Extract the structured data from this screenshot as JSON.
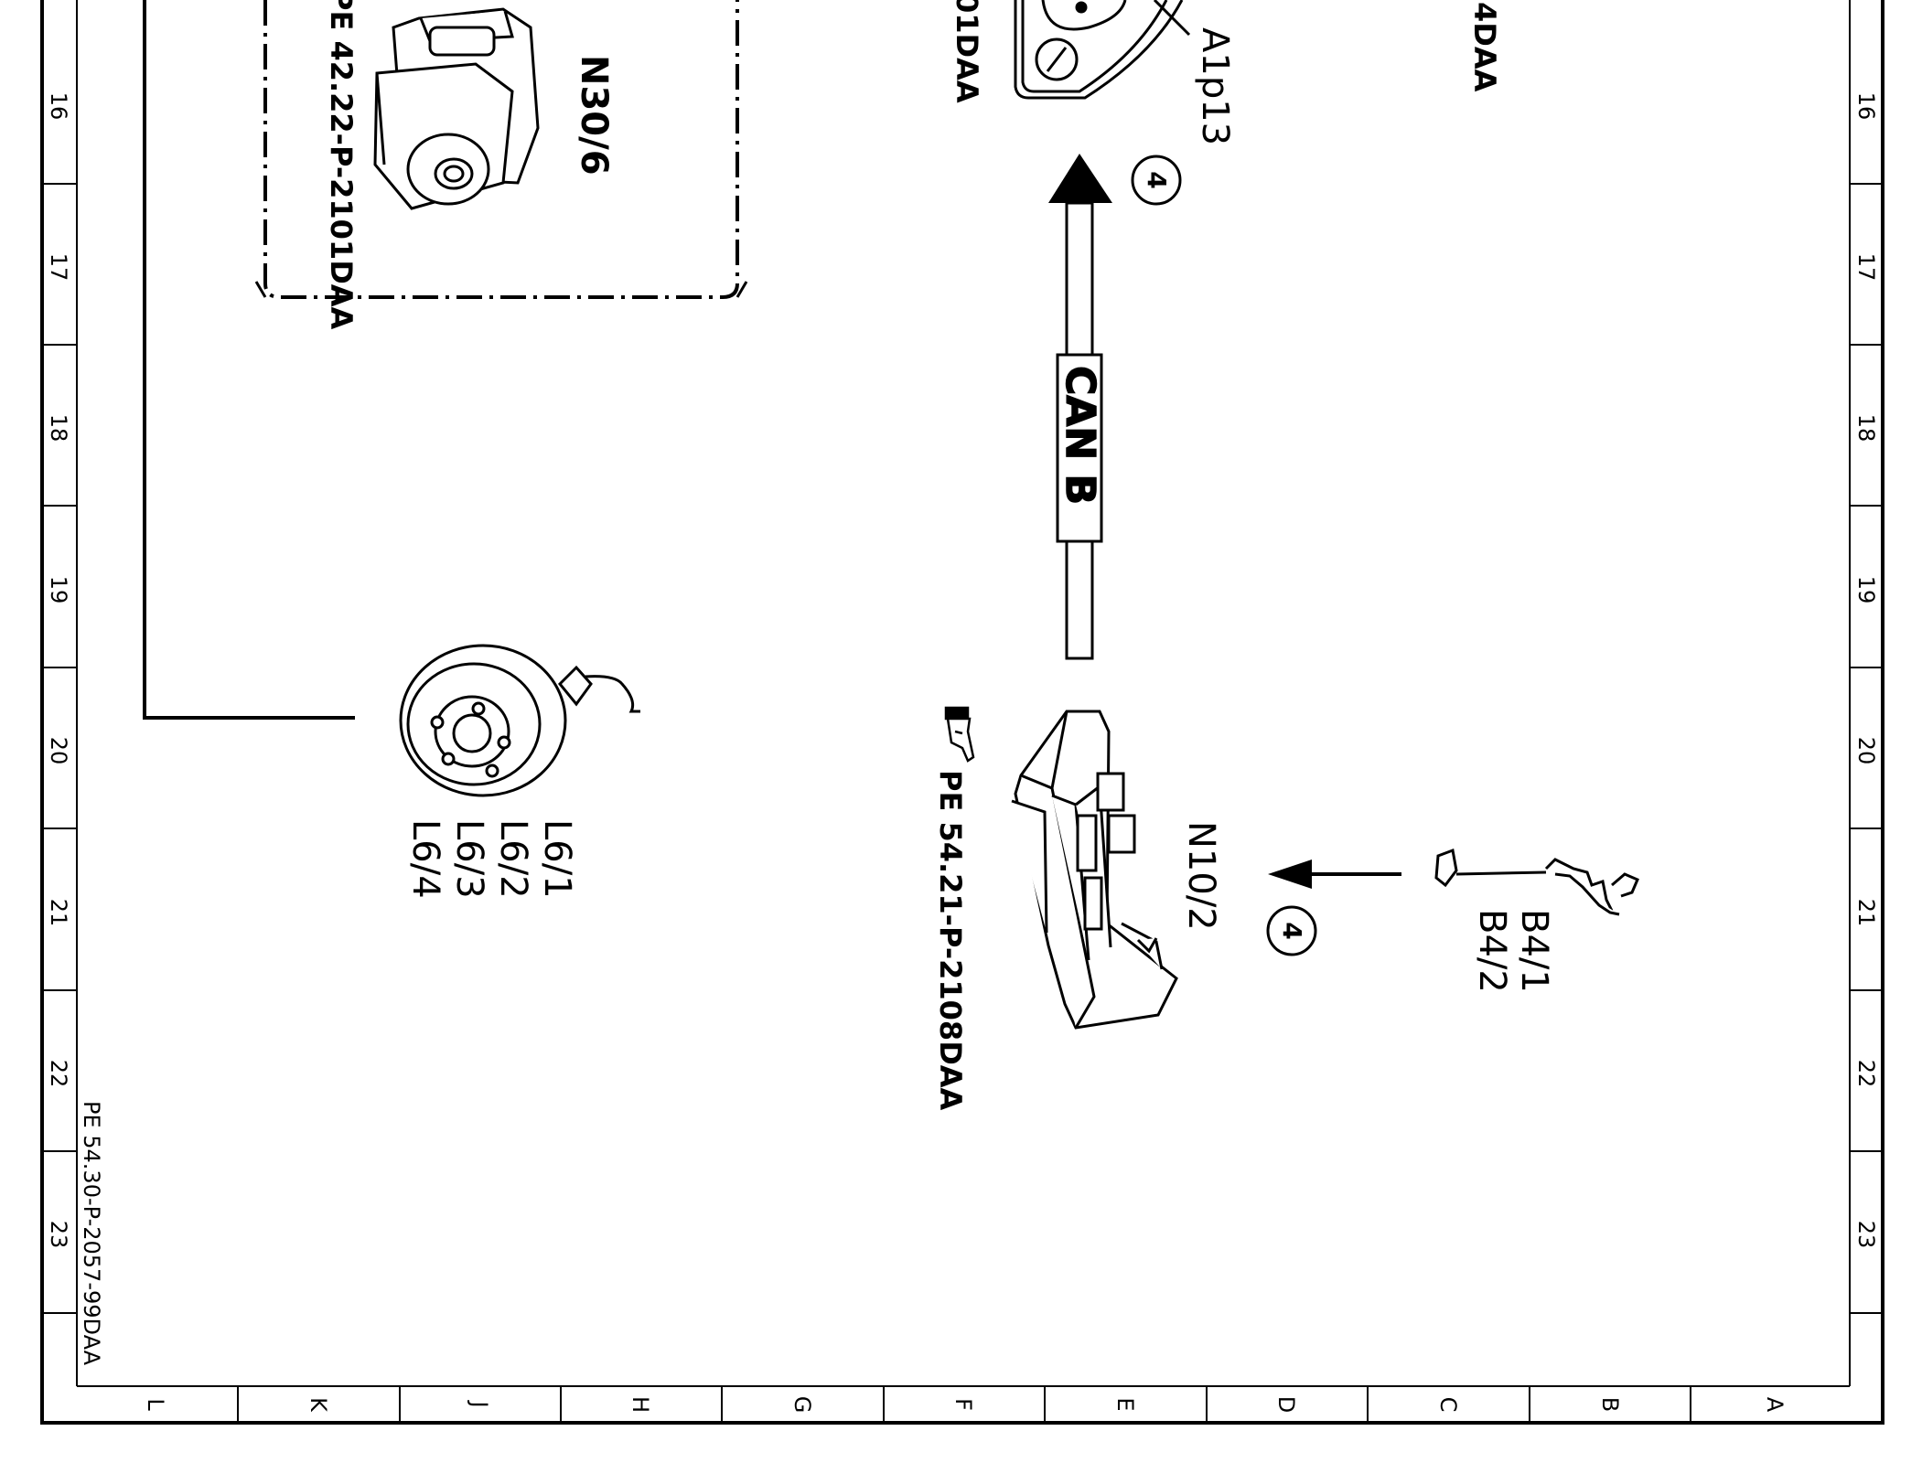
{
  "border": {
    "row_numbers": [
      "16",
      "17",
      "18",
      "19",
      "20",
      "21",
      "22",
      "23"
    ],
    "column_letters": [
      "L",
      "K",
      "J",
      "H",
      "G",
      "F",
      "E",
      "D",
      "C",
      "B",
      "A"
    ]
  },
  "drawing_id": "PE 54.30-P-2057-99DAA",
  "components": {
    "pump": {
      "label": "N30/6",
      "ref": "PE 42.22-P-2101DAA"
    },
    "cluster": {
      "label": "A1p13",
      "ref": "01DAA"
    },
    "top_right_ref": "4DAA",
    "wheel_sensor": {
      "labels": [
        "L6/1",
        "L6/2",
        "L6/3",
        "L6/4"
      ]
    },
    "control_unit": {
      "label": "N10/2",
      "ref": "PE 54.21-P-2108DAA"
    },
    "fuel_sensor": {
      "labels": [
        "B4/1",
        "B4/2"
      ]
    }
  },
  "bus": {
    "label": "CAN B"
  },
  "markers": {
    "circle_top": "4",
    "circle_bottom": "4"
  }
}
